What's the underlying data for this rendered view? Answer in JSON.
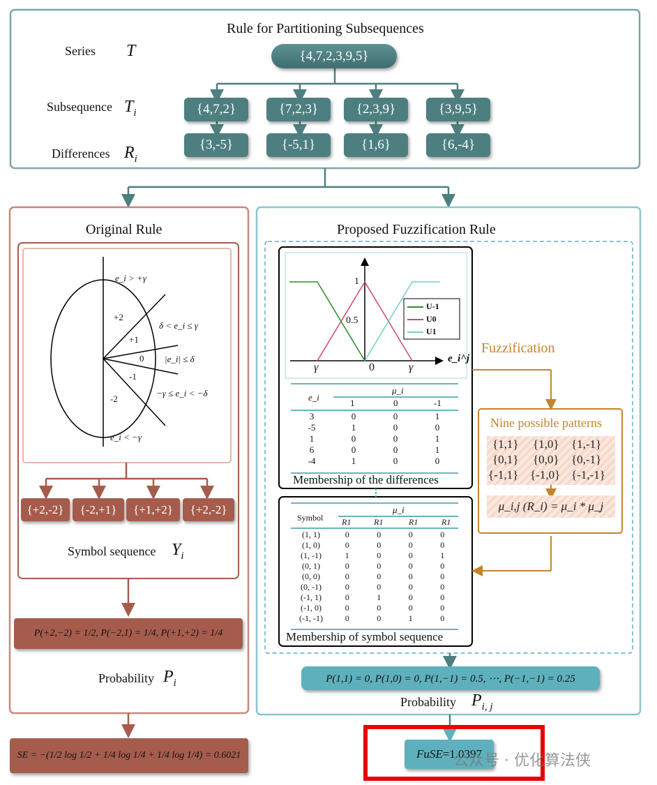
{
  "header": {
    "title": "Rule for Partitioning Subsequences",
    "series_label": "Series",
    "series_symbol": "T",
    "series_value": "{4,7,2,3,9,5}",
    "subseq_label": "Subsequence",
    "subseq_symbol": "T",
    "subseq_sub": "i",
    "diff_label": "Differences",
    "diff_symbol": "R",
    "diff_sub": "i",
    "subsequences": [
      "{4,7,2}",
      "{7,2,3}",
      "{2,3,9}",
      "{3,9,5}"
    ],
    "differences": [
      "{3,-5}",
      "{-5,1}",
      "{1,6}",
      "{6,-4}"
    ]
  },
  "left": {
    "title": "Original Rule",
    "circle": {
      "top": "e_i > +γ",
      "upper_mid": "δ < e_i ≤ γ",
      "mid": "|e_i| ≤ δ",
      "lower_mid": "−γ ≤ e_i < −δ",
      "bottom": "e_i < −γ",
      "regions": [
        "+2",
        "+1",
        "0",
        "-1",
        "-2"
      ]
    },
    "symbols": [
      "{+2,-2}",
      "{-2,+1}",
      "{+1,+2}",
      "{+2,-2}"
    ],
    "symbol_seq_label": "Symbol sequence",
    "symbol_seq_symbol": "Y",
    "symbol_seq_sub": "i",
    "prob_formula": "P(+2,−2) = 1/2, P(−2,1) = 1/4, P(+1,+2) = 1/4",
    "prob_label": "Probability",
    "prob_symbol": "P",
    "prob_sub": "i",
    "se_formula": "SE = −(1/2 log 1/2 + 1/4 log 1/4 + 1/4 log 1/4) = 0.6021"
  },
  "right": {
    "title": "Proposed Fuzzification Rule",
    "plot": {
      "legend": [
        "U-1",
        "U0",
        "U1"
      ],
      "y_ticks": [
        "1",
        "0.5"
      ],
      "x_ticks": [
        "γ",
        "0",
        "γ"
      ],
      "x_label": "e_i^j"
    },
    "fuzz_label": "Fuzzification",
    "membership_table": {
      "row_header": "e_i",
      "col_group": "μ_i",
      "cols": [
        "1",
        "0",
        "-1"
      ],
      "rows": [
        [
          "3",
          "0",
          "0",
          "1"
        ],
        [
          "-5",
          "1",
          "0",
          "0"
        ],
        [
          "1",
          "0",
          "0",
          "1"
        ],
        [
          "6",
          "0",
          "0",
          "1"
        ],
        [
          "-4",
          "1",
          "0",
          "0"
        ]
      ],
      "caption": "Membership of the differences"
    },
    "patterns": {
      "title": "Nine possible patterns",
      "rows": [
        [
          "{1,1}",
          "{1,0}",
          "{1,-1}"
        ],
        [
          "{0,1}",
          "{0,0}",
          "{0,-1}"
        ],
        [
          "{-1,1}",
          "{-1,0}",
          "{-1,-1}"
        ]
      ],
      "formula": "μ_i,j (R_i) = μ_i * μ_j"
    },
    "symbol_table": {
      "row_header": "Symbol",
      "col_group": "μ_i",
      "cols": [
        "R1",
        "R1",
        "R1",
        "R1"
      ],
      "rows": [
        [
          "(1, 1)",
          "0",
          "0",
          "0",
          "0"
        ],
        [
          "(1, 0)",
          "0",
          "0",
          "0",
          "0"
        ],
        [
          "(1, -1)",
          "1",
          "0",
          "0",
          "1"
        ],
        [
          "(0, 1)",
          "0",
          "0",
          "0",
          "0"
        ],
        [
          "(0, 0)",
          "0",
          "0",
          "0",
          "0"
        ],
        [
          "(0, -1)",
          "0",
          "0",
          "0",
          "0"
        ],
        [
          "(-1, 1)",
          "0",
          "1",
          "0",
          "0"
        ],
        [
          "(-1, 0)",
          "0",
          "0",
          "0",
          "0"
        ],
        [
          "(-1, -1)",
          "0",
          "0",
          "1",
          "0"
        ]
      ],
      "caption": "Membership of symbol sequence"
    },
    "prob_formula": "P(1,1) = 0, P(1,0) = 0, P(1,−1) = 0.5, ⋯, P(−1,−1) = 0.25",
    "prob_label": "Probability",
    "prob_symbol": "P",
    "prob_sub": "i, j",
    "fuse_name": "FuSE",
    "fuse_value": "=1.0397"
  },
  "watermark": "公众号 · 优化算法侠",
  "colors": {
    "teal": "#4e7f80",
    "rust": "#a65c4c",
    "cyan": "#5fb0bd",
    "orange": "#c4842d",
    "highlight": "#e60000"
  }
}
